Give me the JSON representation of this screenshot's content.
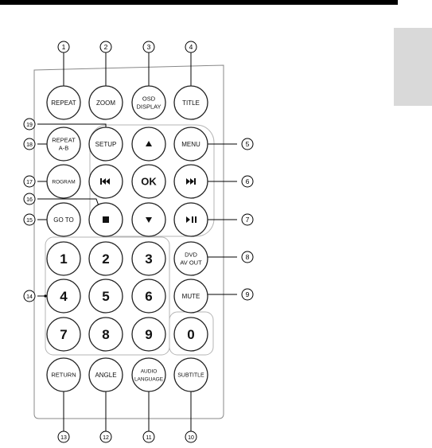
{
  "buttons": {
    "repeat": "REPEAT",
    "zoom": "ZOOM",
    "osd_1": "OSD",
    "osd_2": "DISPLAY",
    "title": "TITLE",
    "setup": "SETUP",
    "repeat_ab_1": "REPEAT",
    "repeat_ab_2": "A-B",
    "menu": "MENU",
    "program": "ROGRAM",
    "ok": "OK",
    "goto": "GO TO",
    "digits": [
      "1",
      "2",
      "3",
      "4",
      "5",
      "6",
      "7",
      "8",
      "9",
      "0"
    ],
    "dvd_1": "DVD",
    "dvd_2": "AV OUT",
    "mute": "MUTE",
    "return": "RETURN",
    "angle": "ANGLE",
    "audio_1": "AUDIO",
    "audio_2": "LANGUAGE",
    "subtitle": "SUBTITLE"
  },
  "callouts": [
    "1",
    "2",
    "3",
    "4",
    "5",
    "6",
    "7",
    "8",
    "9",
    "10",
    "11",
    "12",
    "13",
    "14",
    "15",
    "16",
    "17",
    "18",
    "19"
  ]
}
